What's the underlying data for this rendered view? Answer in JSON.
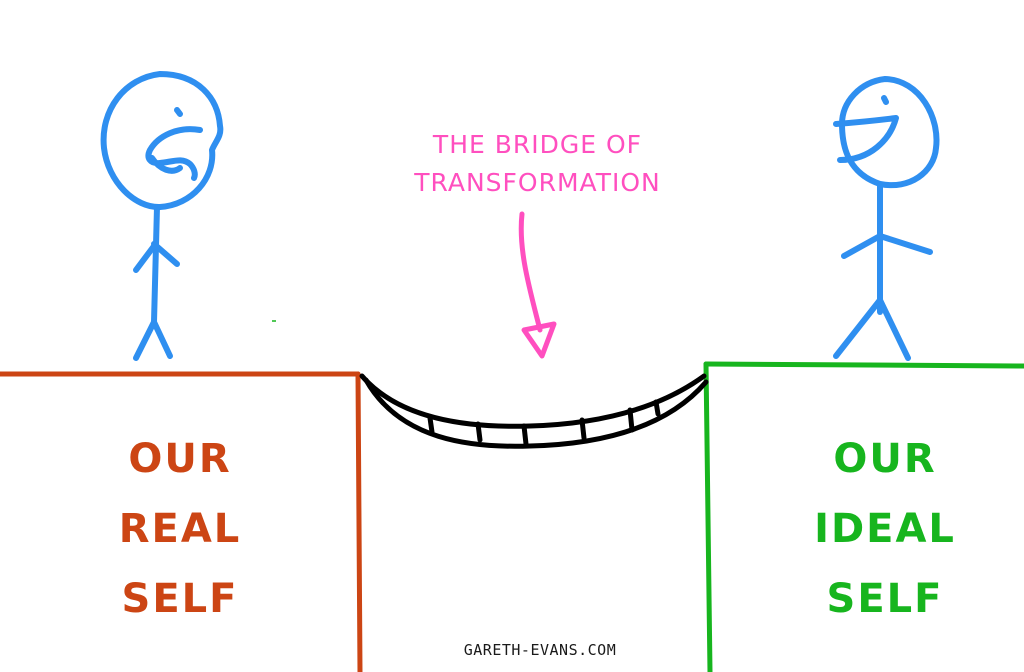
{
  "colors": {
    "figure": "#2f8ff0",
    "real": "#cc4514",
    "ideal": "#17b51e",
    "bridge_label": "#ff4fbf",
    "bridge": "#000000",
    "credit": "#1a1a1a"
  },
  "bridge_label": {
    "line1": "THE BRIDGE OF",
    "line2": "TRANSFORMATION"
  },
  "left_cliff": {
    "line1": "OUR",
    "line2": "REAL",
    "line3": "SELF"
  },
  "right_cliff": {
    "line1": "OUR",
    "line2": "IDEAL",
    "line3": "SELF"
  },
  "credit": "GARETH-EVANS.COM",
  "figures": {
    "left": "sad-stick-figure",
    "right": "happy-stick-figure"
  }
}
